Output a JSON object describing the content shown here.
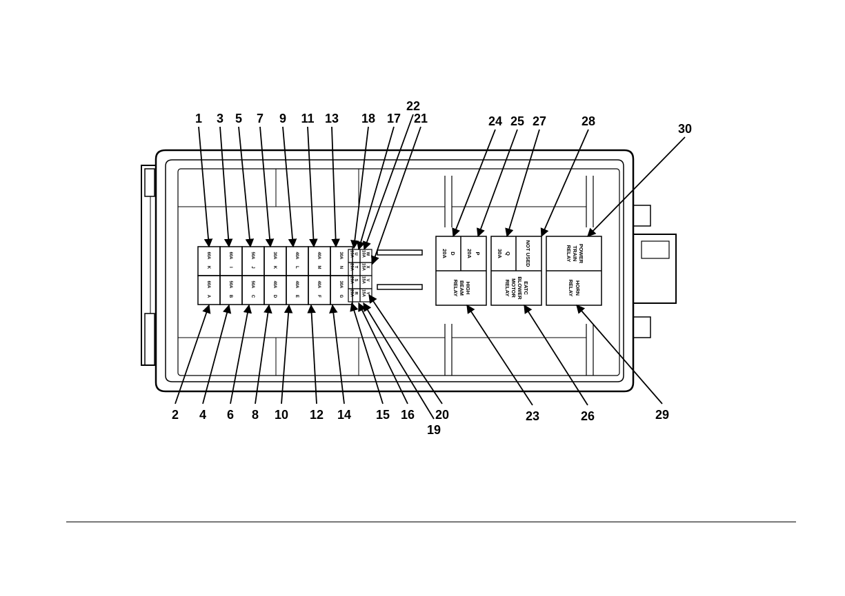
{
  "callouts_top": [
    "1",
    "3",
    "5",
    "7",
    "9",
    "11",
    "13",
    "18",
    "17",
    "22",
    "21",
    "24",
    "25",
    "27",
    "28",
    "30"
  ],
  "callouts_bottom": [
    "2",
    "4",
    "6",
    "8",
    "10",
    "12",
    "14",
    "15",
    "16",
    "19",
    "20",
    "23",
    "26",
    "29"
  ],
  "fuses_top": [
    {
      "letter": "K",
      "rating": "60A"
    },
    {
      "letter": "I",
      "rating": "60A"
    },
    {
      "letter": "J",
      "rating": "50A"
    },
    {
      "letter": "K",
      "rating": "30A"
    },
    {
      "letter": "L",
      "rating": "40A"
    },
    {
      "letter": "M",
      "rating": "40A"
    },
    {
      "letter": "N",
      "rating": "30A"
    }
  ],
  "fuses_bottom": [
    {
      "letter": "A",
      "rating": "60A"
    },
    {
      "letter": "B",
      "rating": "50A"
    },
    {
      "letter": "C",
      "rating": "50A"
    },
    {
      "letter": "D",
      "rating": "40A"
    },
    {
      "letter": "E",
      "rating": "40A"
    },
    {
      "letter": "F",
      "rating": "40A"
    },
    {
      "letter": "G",
      "rating": "30A"
    }
  ],
  "mini_fuses": [
    {
      "letter": "U",
      "rating": "15A"
    },
    {
      "letter": "W",
      "rating": "10A"
    },
    {
      "letter": "T",
      "rating": "20A"
    },
    {
      "letter": "X",
      "rating": "15A"
    },
    {
      "letter": "S",
      "rating": "20A"
    },
    {
      "letter": "V",
      "rating": "15A"
    },
    {
      "letter": "R",
      "rating": "20A"
    },
    {
      "letter": "Y",
      "rating": "15A"
    }
  ],
  "relay_block_1": {
    "fuse_d": "D",
    "fuse_d_rating": "20A",
    "fuse_p": "P",
    "fuse_p_rating": "20A",
    "relay_line1": "HIGH",
    "relay_line2": "BEAM",
    "relay_line3": "RELAY"
  },
  "relay_block_2": {
    "fuse_q": "Q",
    "fuse_q_rating": "30A",
    "not_used": "NOT USED",
    "relay_line1": "EATC",
    "relay_line2": "BLOWER",
    "relay_line3": "MOTOR",
    "relay_line4": "RELAY"
  },
  "relay_block_3": {
    "pt_line1": "POWER",
    "pt_line2": "TRAIN",
    "pt_line3": "RELAY",
    "horn_line1": "HORN",
    "horn_line2": "RELAY"
  }
}
